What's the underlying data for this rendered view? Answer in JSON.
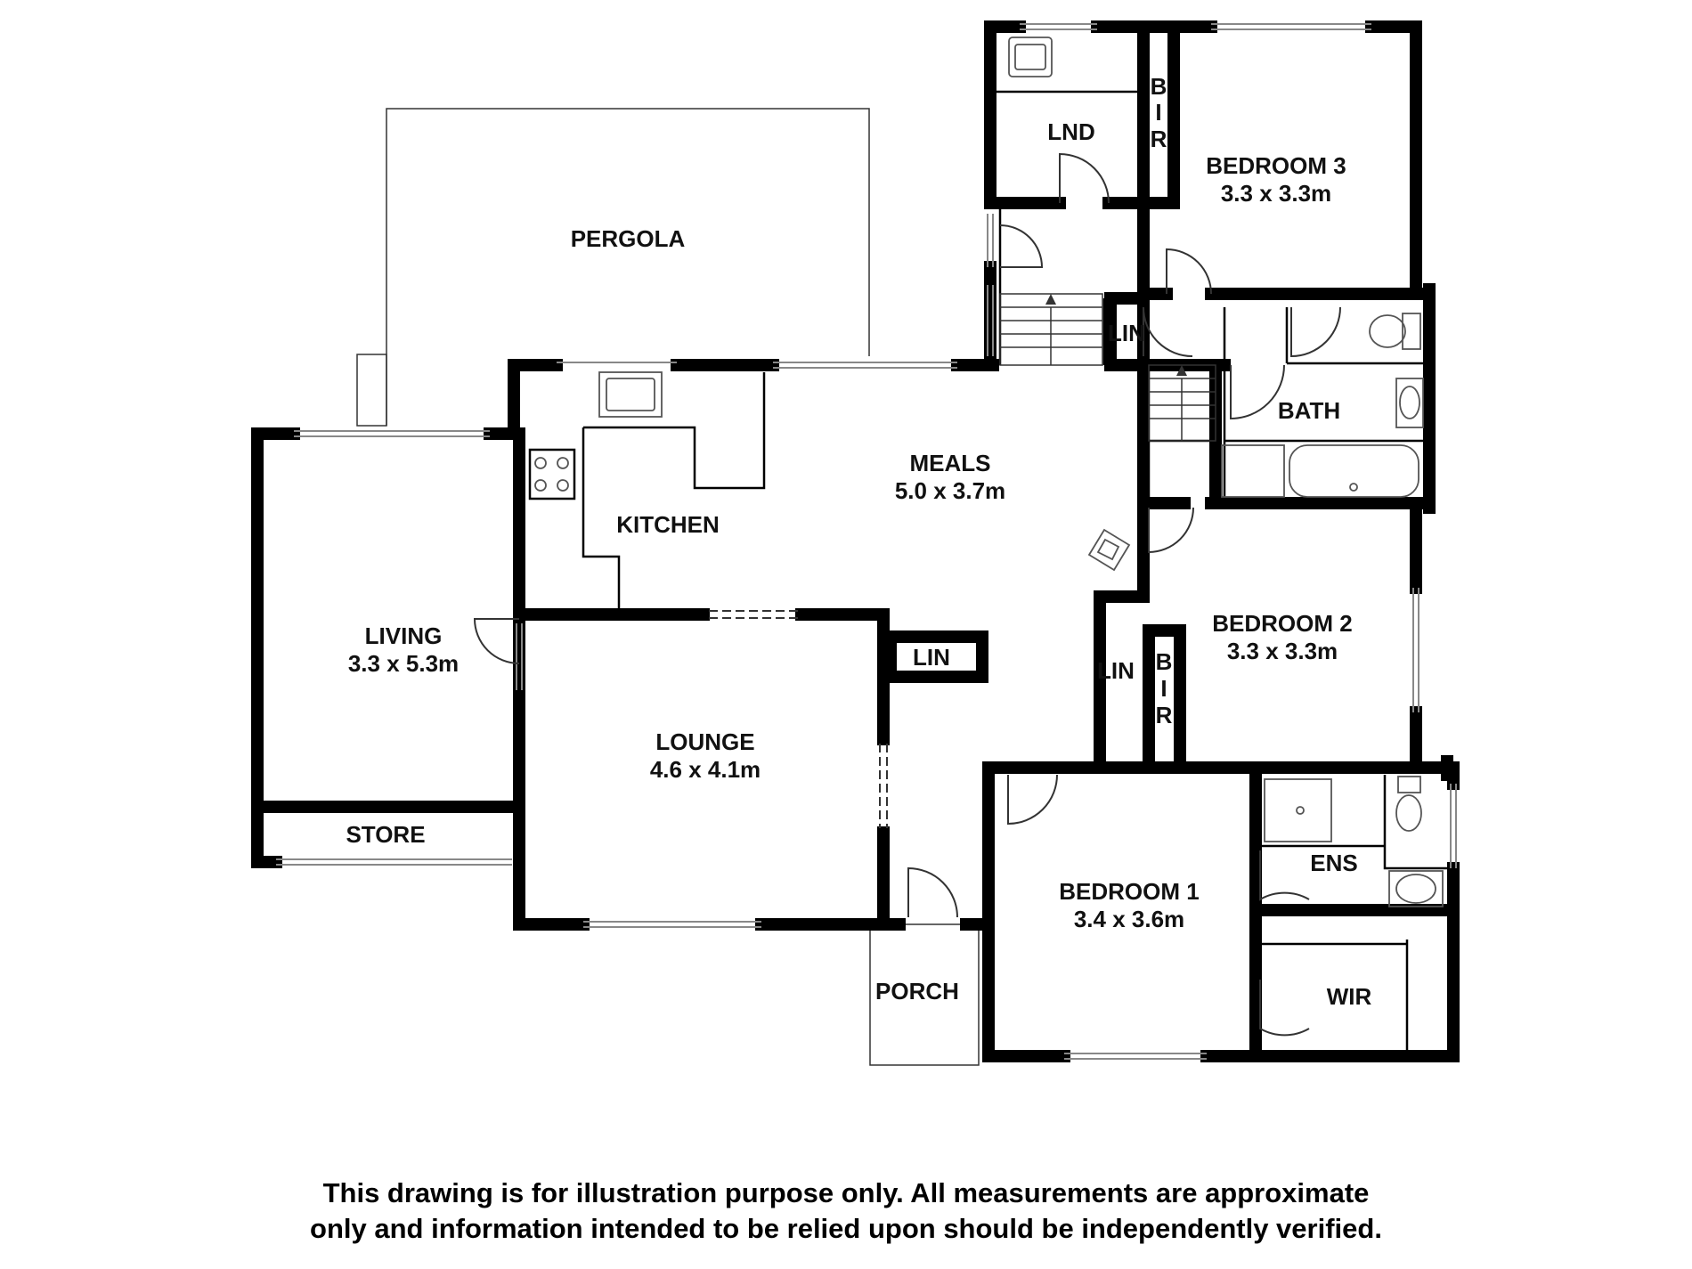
{
  "rooms": {
    "pergola": {
      "name": "PERGOLA"
    },
    "lnd": {
      "name": "LND"
    },
    "bir_top": {
      "name": [
        "B",
        "I",
        "R"
      ]
    },
    "bedroom3": {
      "name": "BEDROOM 3",
      "size": "3.3 x 3.3m"
    },
    "lin_upper": {
      "name": "LIN"
    },
    "bath": {
      "name": "BATH"
    },
    "meals": {
      "name": "MEALS",
      "size": "5.0 x 3.7m"
    },
    "kitchen": {
      "name": "KITCHEN"
    },
    "living": {
      "name": "LIVING",
      "size": "3.3 x 5.3m"
    },
    "lounge": {
      "name": "LOUNGE",
      "size": "4.6 x 4.1m"
    },
    "lin_mid": {
      "name": "LIN"
    },
    "lin_hall": {
      "name": "LIN"
    },
    "bir_mid": {
      "name": [
        "B",
        "I",
        "R"
      ]
    },
    "bedroom2": {
      "name": "BEDROOM 2",
      "size": "3.3 x 3.3m"
    },
    "store": {
      "name": "STORE"
    },
    "bedroom1": {
      "name": "BEDROOM 1",
      "size": "3.4 x 3.6m"
    },
    "ens": {
      "name": "ENS"
    },
    "porch": {
      "name": "PORCH"
    },
    "wir": {
      "name": "WIR"
    }
  },
  "disclaimer": {
    "line1": "This drawing is for illustration purpose only. All measurements are approximate",
    "line2": "only and information intended to be relied upon should be independently verified."
  },
  "colors": {
    "wall": "#000000",
    "fixture": "#555555",
    "window": "#888888",
    "background": "#ffffff"
  }
}
